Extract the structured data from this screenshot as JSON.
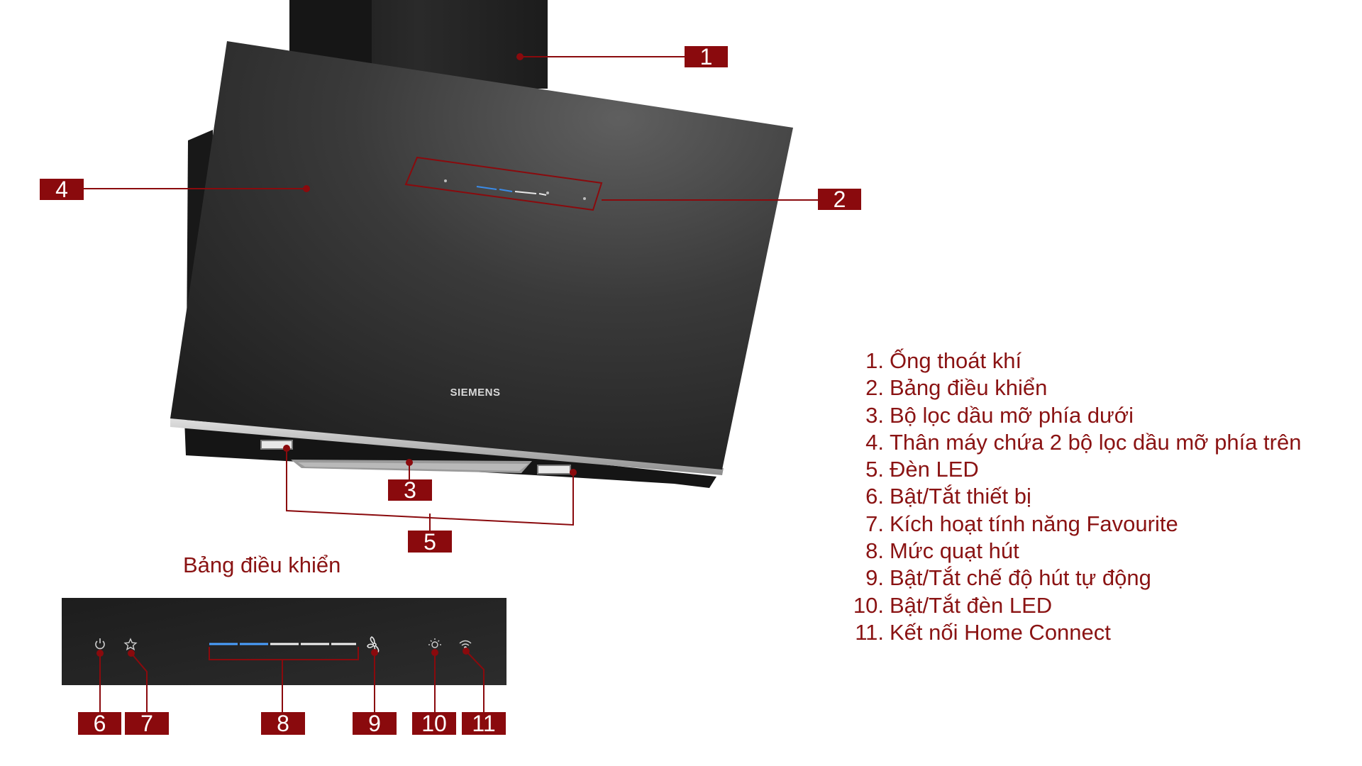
{
  "brand": "SIEMENS",
  "colors": {
    "accent": "#8a0a0d",
    "legend_text": "#8a1313",
    "glass": "#2b2b2b",
    "led_blue": "#3a8be8"
  },
  "callouts": {
    "c1": "1",
    "c2": "2",
    "c3": "3",
    "c4": "4",
    "c5": "5",
    "c6": "6",
    "c7": "7",
    "c8": "8",
    "c9": "9",
    "c10": "10",
    "c11": "11"
  },
  "control_panel": {
    "title": "Bảng điều khiển",
    "icons": [
      "power-icon",
      "star-icon",
      "fan-auto-icon",
      "light-icon",
      "wifi-icon"
    ]
  },
  "legend": [
    {
      "num": "1.",
      "text": "Ống thoát khí"
    },
    {
      "num": "2.",
      "text": "Bảng điều khiển"
    },
    {
      "num": "3.",
      "text": "Bộ lọc dầu mỡ phía dưới"
    },
    {
      "num": "4.",
      "text": "Thân máy chứa 2 bộ lọc dầu mỡ phía trên"
    },
    {
      "num": "5.",
      "text": "Đèn LED"
    },
    {
      "num": "6.",
      "text": "Bật/Tắt thiết bị"
    },
    {
      "num": "7.",
      "text": "Kích hoạt tính năng Favourite"
    },
    {
      "num": "8.",
      "text": "Mức quạt hút"
    },
    {
      "num": "9.",
      "text": "Bật/Tắt chế độ hút tự động"
    },
    {
      "num": "10.",
      "text": "Bật/Tắt đèn LED"
    },
    {
      "num": "11.",
      "text": "Kết nối Home Connect"
    }
  ]
}
